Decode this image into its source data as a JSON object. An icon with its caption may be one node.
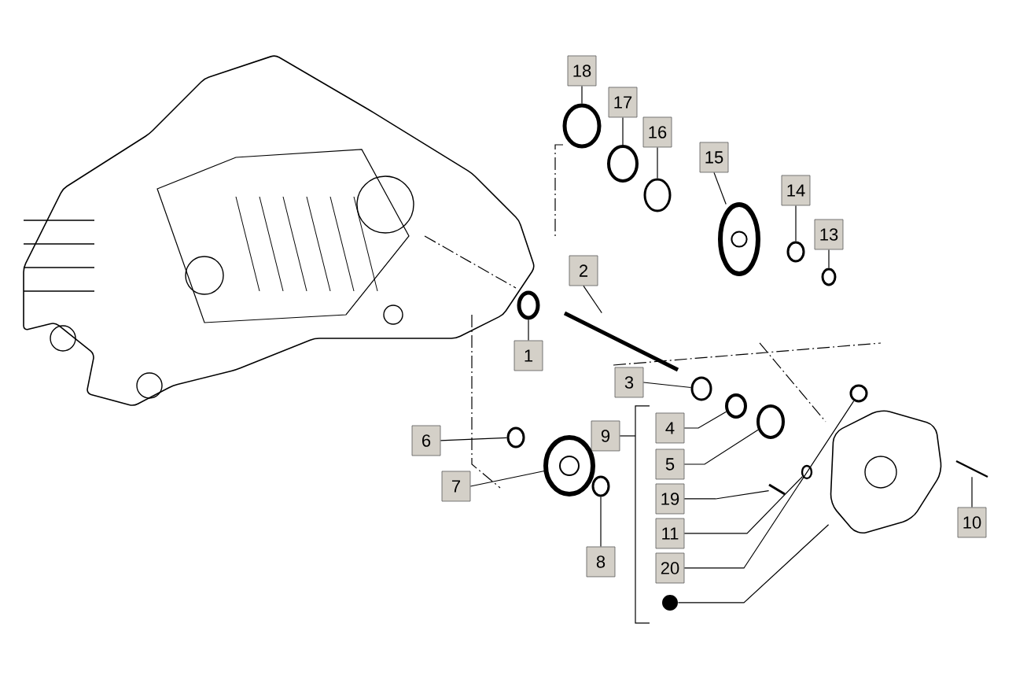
{
  "diagram": {
    "nodes": [
      {
        "text": [
          "18"
        ]
      },
      {
        "text": [
          "17"
        ]
      },
      {
        "text": [
          "16"
        ]
      },
      {
        "text": [
          "15"
        ]
      },
      {
        "text": [
          "14"
        ]
      },
      {
        "text": [
          "13"
        ]
      },
      {
        "text": [
          "2"
        ]
      },
      {
        "text": [
          "1"
        ]
      },
      {
        "text": [
          "3"
        ]
      },
      {
        "text": [
          "9"
        ]
      },
      {
        "text": [
          "4"
        ]
      },
      {
        "text": [
          "6"
        ]
      },
      {
        "text": [
          "5"
        ]
      },
      {
        "text": [
          "7"
        ]
      },
      {
        "text": [
          "19"
        ]
      },
      {
        "text": [
          "10"
        ]
      },
      {
        "text": [
          "11"
        ]
      },
      {
        "text": [
          "8"
        ]
      },
      {
        "text": [
          "20"
        ]
      },
      {
        "text": [],
        "shape": "circle"
      },
      {
        "text": [],
        "shape": "circle"
      },
      {
        "text": [],
        "shape": "circle"
      },
      {
        "text": [],
        "shape": "circle"
      },
      {
        "text": [],
        "shape": "picture"
      },
      {
        "text": [],
        "shape": "circle"
      },
      {
        "text": [],
        "shape": "circle"
      },
      {
        "text": [],
        "shape": "picture"
      },
      {
        "text": [],
        "shape": "circle"
      },
      {
        "text": [],
        "shape": "circle"
      },
      {
        "text": [],
        "shape": "circle"
      },
      {
        "text": [],
        "shape": "circle"
      },
      {
        "text": [],
        "shape": "circle"
      },
      {
        "text": [],
        "shape": "picture"
      },
      {
        "text": [],
        "shape": "picture"
      },
      {
        "text": [],
        "shape": "picture"
      },
      {
        "text": [],
        "shape": "circle"
      },
      {
        "text": [],
        "shape": "circle"
      },
      {
        "text": [],
        "shape": "circle"
      },
      {
        "text": [],
        "shape": "picture"
      }
    ],
    "edges": [
      {
        "from": 0,
        "to": 20,
        "arrow": "none"
      },
      {
        "from": 1,
        "to": 21,
        "arrow": "none"
      },
      {
        "from": 2,
        "to": 22,
        "arrow": "none"
      },
      {
        "from": 3,
        "to": 23,
        "arrow": "none"
      },
      {
        "from": 4,
        "to": 24,
        "arrow": "none"
      },
      {
        "from": 5,
        "to": 25,
        "arrow": "none"
      },
      {
        "from": 6,
        "to": 26,
        "arrow": "none"
      },
      {
        "from": 7,
        "to": 27,
        "arrow": "none"
      },
      {
        "from": 8,
        "to": 28,
        "arrow": "none"
      },
      {
        "from": 9,
        "to": null,
        "arrow": "none"
      },
      {
        "from": 10,
        "to": 29,
        "arrow": "none"
      },
      {
        "from": 11,
        "to": 30,
        "arrow": "none"
      },
      {
        "from": 12,
        "to": 31,
        "arrow": "none"
      },
      {
        "from": 13,
        "to": 32,
        "arrow": "none"
      },
      {
        "from": 14,
        "to": 33,
        "arrow": "none"
      },
      {
        "from": 15,
        "to": 34,
        "arrow": "none"
      },
      {
        "from": 16,
        "to": 35,
        "arrow": "none"
      },
      {
        "from": 17,
        "to": 36,
        "arrow": "none"
      },
      {
        "from": 18,
        "to": 37,
        "arrow": "none"
      },
      {
        "from": 19,
        "to": 38,
        "arrow": "none"
      }
    ]
  }
}
